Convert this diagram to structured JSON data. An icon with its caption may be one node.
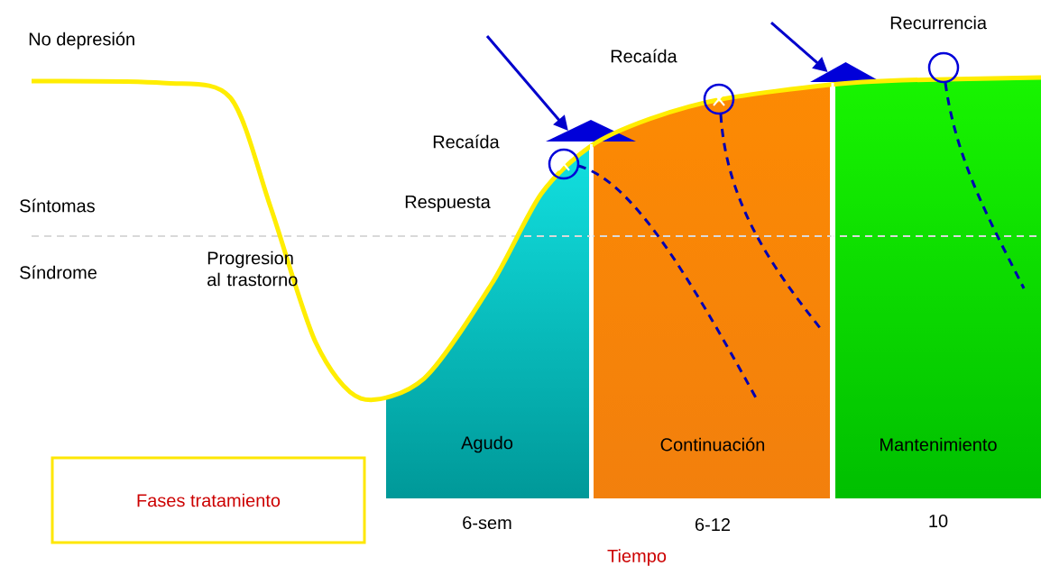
{
  "diagram": {
    "nodes": [
      {
        "text": [
          "Agudo"
        ],
        "beside": [
          "6-sem"
        ]
      },
      {
        "text": [
          "Continuación"
        ],
        "beside": [
          "6-12"
        ]
      },
      {
        "text": [
          "Mantenimiento"
        ],
        "beside": [
          "10"
        ]
      },
      {
        "text": [
          "Fases tratamiento"
        ]
      },
      {
        "text": [],
        "shape": "triangle"
      },
      {
        "text": [],
        "shape": "triangle"
      }
    ],
    "edges": [
      {
        "from": null,
        "to": 4,
        "arrow": "to"
      },
      {
        "from": null,
        "to": 5,
        "arrow": "to"
      }
    ],
    "labels": [
      "No depresión",
      "Recurrencia",
      "Recaída",
      "Recaída",
      "Síntomas",
      "Respuesta",
      "Síndrome",
      "Progresion al trastorno",
      "Tiempo"
    ]
  }
}
